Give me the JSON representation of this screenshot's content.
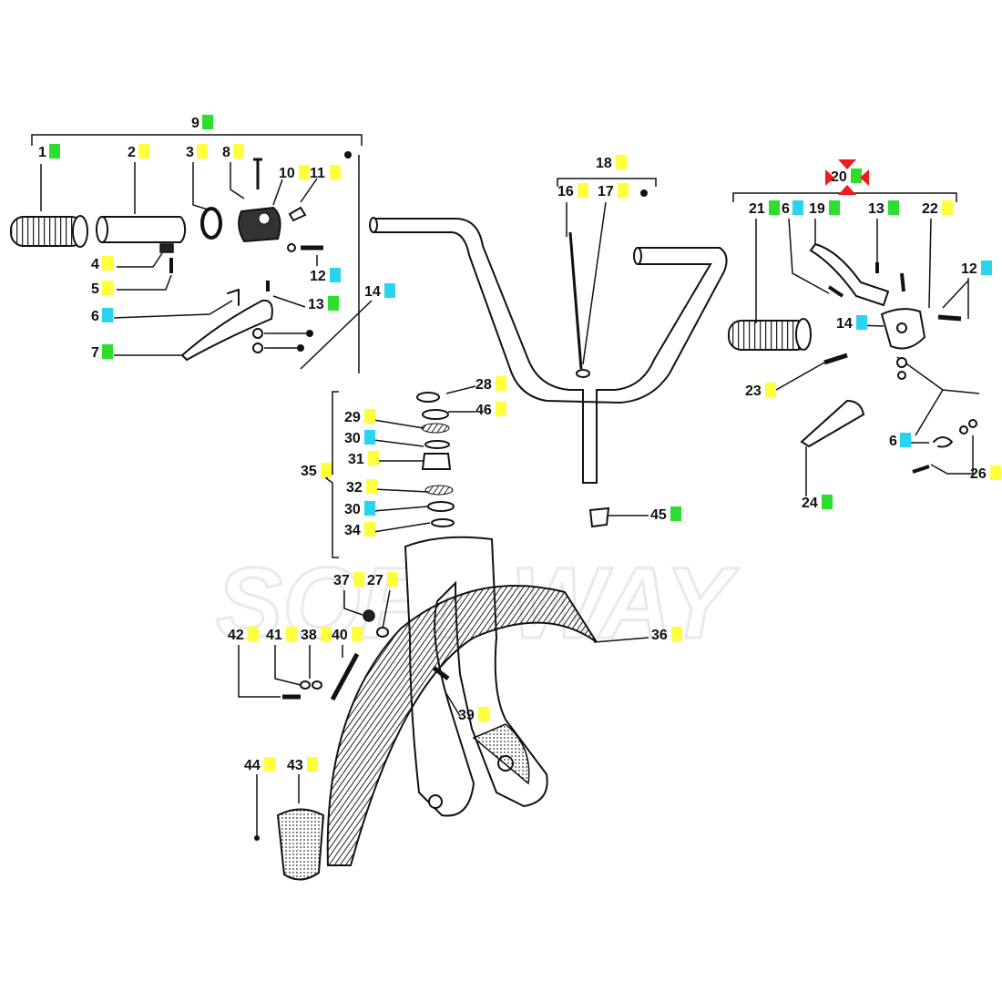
{
  "labels": [
    {
      "id": "9",
      "color": "green"
    },
    {
      "id": "1",
      "color": "green"
    },
    {
      "id": "2",
      "color": "yellow"
    },
    {
      "id": "3",
      "color": "yellow"
    },
    {
      "id": "8",
      "color": "yellow"
    },
    {
      "id": "10",
      "color": "yellow"
    },
    {
      "id": "11",
      "color": "yellow"
    },
    {
      "id": "4",
      "color": "yellow"
    },
    {
      "id": "5",
      "color": "yellow"
    },
    {
      "id": "12",
      "color": "cyan"
    },
    {
      "id": "6",
      "color": "cyan"
    },
    {
      "id": "13",
      "color": "green"
    },
    {
      "id": "14",
      "color": "cyan"
    },
    {
      "id": "7",
      "color": "green"
    },
    {
      "id": "18",
      "color": "yellow"
    },
    {
      "id": "16",
      "color": "yellow"
    },
    {
      "id": "17",
      "color": "yellow"
    },
    {
      "id": "20",
      "color": "green"
    },
    {
      "id": "21",
      "color": "green"
    },
    {
      "id": "6",
      "color": "cyan"
    },
    {
      "id": "19",
      "color": "green"
    },
    {
      "id": "13",
      "color": "green"
    },
    {
      "id": "22",
      "color": "yellow"
    },
    {
      "id": "12",
      "color": "cyan"
    },
    {
      "id": "14",
      "color": "cyan"
    },
    {
      "id": "23",
      "color": "yellow"
    },
    {
      "id": "6",
      "color": "cyan"
    },
    {
      "id": "26",
      "color": "yellow"
    },
    {
      "id": "24",
      "color": "green"
    },
    {
      "id": "28",
      "color": "yellow"
    },
    {
      "id": "46",
      "color": "yellow"
    },
    {
      "id": "29",
      "color": "yellow"
    },
    {
      "id": "30",
      "color": "cyan"
    },
    {
      "id": "31",
      "color": "yellow"
    },
    {
      "id": "35",
      "color": "yellow"
    },
    {
      "id": "32",
      "color": "yellow"
    },
    {
      "id": "30",
      "color": "cyan"
    },
    {
      "id": "34",
      "color": "yellow"
    },
    {
      "id": "45",
      "color": "green"
    },
    {
      "id": "37",
      "color": "yellow"
    },
    {
      "id": "27",
      "color": "yellow"
    },
    {
      "id": "36",
      "color": "yellow"
    },
    {
      "id": "42",
      "color": "yellow"
    },
    {
      "id": "41",
      "color": "yellow"
    },
    {
      "id": "38",
      "color": "yellow"
    },
    {
      "id": "40",
      "color": "yellow"
    },
    {
      "id": "39",
      "color": "yellow"
    },
    {
      "id": "44",
      "color": "yellow"
    },
    {
      "id": "43",
      "color": "yellow"
    }
  ],
  "colors": {
    "yellow": "#ffff3c",
    "green": "#2ede2e",
    "cyan": "#2ad4ee",
    "selected_marker": "#ee1c1c",
    "line": "#111111"
  },
  "watermark": "SOFT WAY",
  "selected_label": "20"
}
